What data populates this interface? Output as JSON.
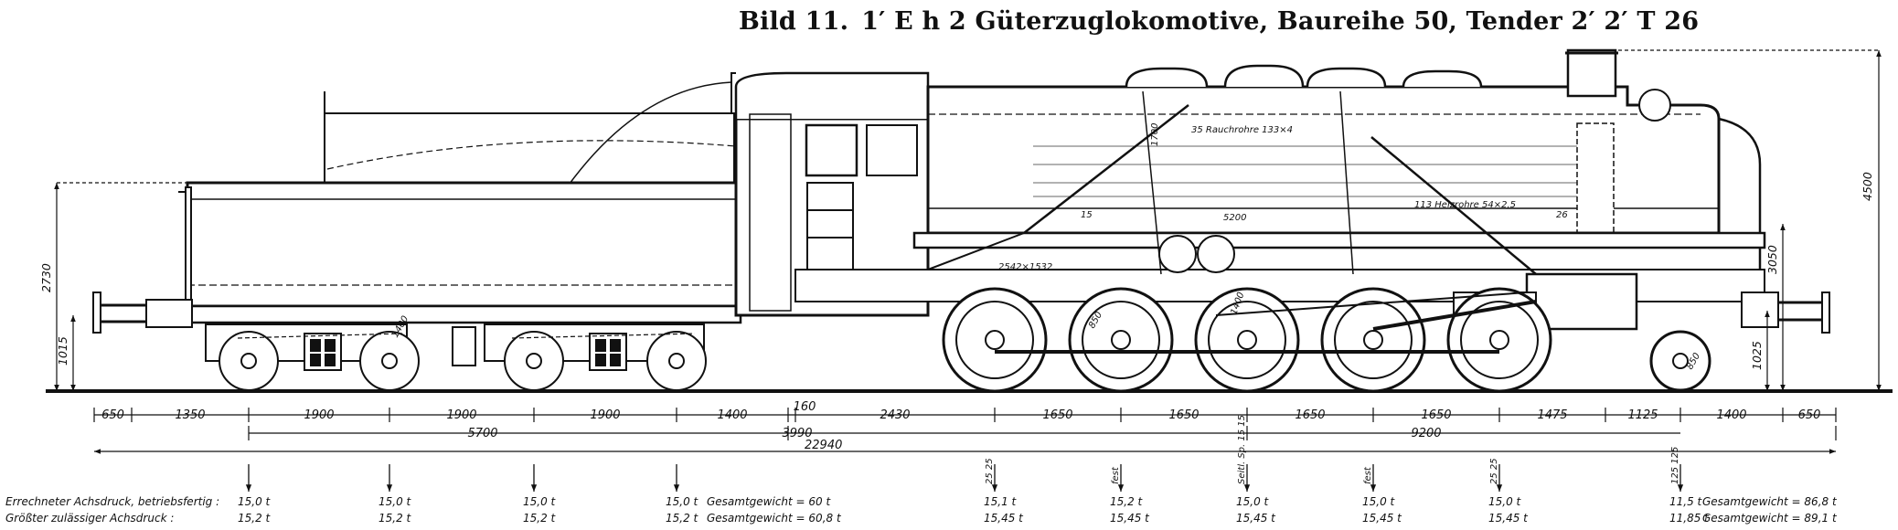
{
  "title": {
    "fig": "Bild 11.",
    "text": "1′ E h 2 Güterzuglokomotive, Baureihe 50, Tender 2′ 2′ T 26"
  },
  "labels": {
    "rauchrohre": "35 Rauchrohre 133×4",
    "heizrohre": "113 Heizrohre 54×2,5",
    "tube_len": "5200",
    "grate": "2542×1532",
    "n1700": "1700",
    "n15": "15",
    "n26": "26",
    "wheel850": "850",
    "wheel1400a": "1400",
    "wheel1400b": "1400",
    "wheel_lead": "850"
  },
  "heights": {
    "tender_top": "2730",
    "tender_buffer": "1015",
    "loco_total": "4500",
    "loco_boiler": "3050",
    "loco_buffer": "1025"
  },
  "dims_row1": [
    "650",
    "1350",
    "1900",
    "1900",
    "1900",
    "1400",
    "160",
    "2430",
    "1650",
    "1650",
    "1650",
    "1650",
    "1475",
    "1125",
    "1400",
    "650"
  ],
  "dims_row2": [
    "5700",
    "3990",
    "9200"
  ],
  "dims_total": "22940",
  "axle_notes": [
    "25 25",
    "fest",
    "Seitl. Sp. 15 15",
    "fest",
    "25 25",
    "125 125"
  ],
  "table": {
    "row1_label": "Errechneter Achsdruck, betriebsfertig :",
    "row2_label": "Größter zulässiger Achsdruck :",
    "row1": [
      "15,0 t",
      "15,0 t",
      "15,0 t",
      "15,0 t",
      "15,1 t",
      "15,2 t",
      "15,0 t",
      "15,0 t",
      "15,0 t",
      "11,5 t"
    ],
    "row2": [
      "15,2 t",
      "15,2 t",
      "15,2 t",
      "15,2 t",
      "15,45 t",
      "15,45 t",
      "15,45 t",
      "15,45 t",
      "15,45 t",
      "11,85 t"
    ],
    "total1_tender": "Gesamtgewicht = 60 t",
    "total2_tender": "Gesamtgewicht = 60,8 t",
    "total1_loco": "Gesamtgewicht = 86,8 t",
    "total2_loco": "Gesamtgewicht = 89,1 t"
  }
}
